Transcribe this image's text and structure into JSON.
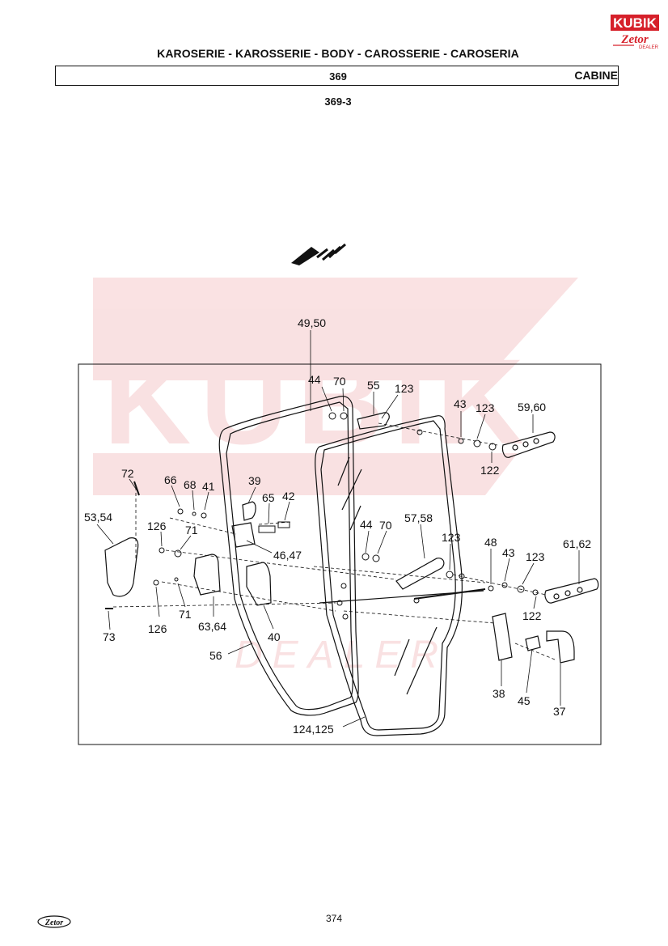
{
  "header": {
    "title": "KAROSERIE - KAROSSERIE - BODY - CAROSSERIE - CAROSERIA",
    "section_number": "369",
    "section_name": "CABINE",
    "sub_number": "369-3"
  },
  "logos": {
    "kubik_text": "KUBIK",
    "zetor_text": "Zetor",
    "dealer_text": "DEALER",
    "brand_color": "#d6202a"
  },
  "watermark": {
    "main": "KUBIK",
    "sub": "DEALER"
  },
  "diagram": {
    "callouts": [
      "49,50",
      "44",
      "70",
      "55",
      "123",
      "43",
      "123",
      "59,60",
      "122",
      "72",
      "66",
      "68",
      "41",
      "39",
      "65",
      "42",
      "53,54",
      "126",
      "71",
      "46,47",
      "44",
      "70",
      "57,58",
      "123",
      "48",
      "43",
      "123",
      "61,62",
      "122",
      "126",
      "71",
      "63,64",
      "40",
      "73",
      "56",
      "38",
      "45",
      "37",
      "124,125"
    ]
  },
  "footer": {
    "page_number": "374",
    "logo_text": "Zetor"
  }
}
